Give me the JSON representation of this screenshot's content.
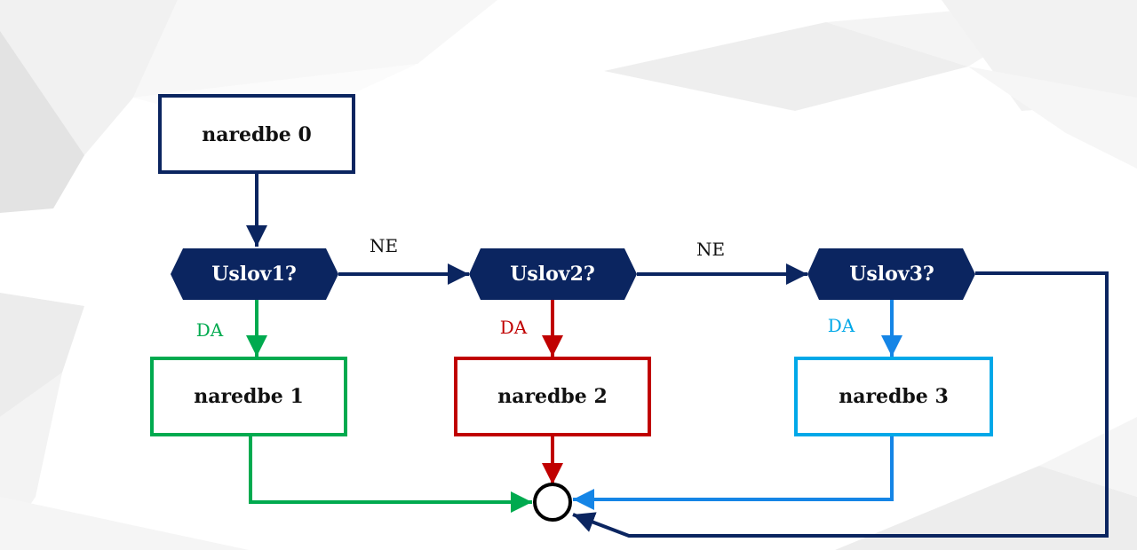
{
  "diagram": {
    "nodes": {
      "start": {
        "label": "naredbe 0"
      },
      "cond1": {
        "label": "Uslov1?"
      },
      "cond2": {
        "label": "Uslov2?"
      },
      "cond3": {
        "label": "Uslov3?"
      },
      "block1": {
        "label": "naredbe 1"
      },
      "block2": {
        "label": "naredbe 2"
      },
      "block3": {
        "label": "naredbe 3"
      }
    },
    "edge_labels": {
      "no_1_2": "NE",
      "no_2_3": "NE",
      "yes_1": "DA",
      "yes_2": "DA",
      "yes_3": "DA"
    }
  },
  "colors": {
    "navy": "#0b2560",
    "green": "#00aa4f",
    "red": "#c00000",
    "sky": "#00a8e8",
    "blue": "#1585e6",
    "text": "#111111"
  }
}
